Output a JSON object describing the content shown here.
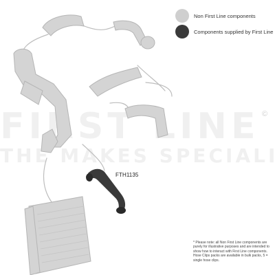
{
  "legend": {
    "items": [
      {
        "label": "Non First Line components",
        "color": "#cfcfcf"
      },
      {
        "label": "Components supplied by First Line",
        "color": "#3a3a3a"
      }
    ]
  },
  "part_label": "FTH1135",
  "note": "* Please note: all Non First Line components are purely for illustrative purposes and are intended to show how to interact with First Line components. Hose Clips packs are available in bulk packs, 5 = single hose clips.",
  "watermark": {
    "brand": "FIRST LINE",
    "tagline": "THE MAKES SPECIALIST",
    "copyright": "©"
  },
  "colors": {
    "non_first_line": "#d4d4d4",
    "first_line": "#3a3a3a",
    "outline": "#b5b5b5"
  }
}
